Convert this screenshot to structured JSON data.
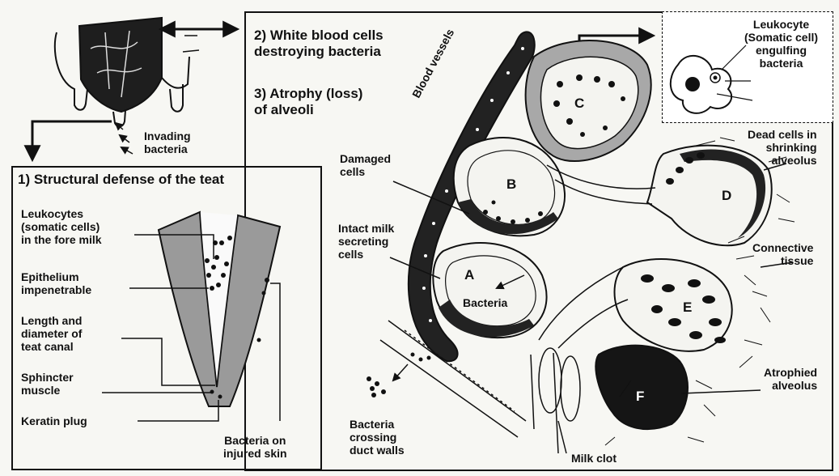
{
  "figure": {
    "heading_structural": "1) Structural defense of the teat",
    "heading_wbc": "2) White blood cells\ndestroying bacteria",
    "heading_atrophy": "3) Atrophy (loss)\nof alveoli",
    "labels": {
      "invading_bacteria": "Invading\nbacteria",
      "leukocytes_fore_milk": "Leukocytes\n(somatic cells)\nin the fore milk",
      "epithelium": "Epithelium\nimpenetrable",
      "length_diameter": "Length and\ndiameter of\nteat canal",
      "sphincter": "Sphincter\nmuscle",
      "keratin": "Keratin plug",
      "bacteria_skin": "Bacteria on\ninjured skin",
      "bacteria_crossing": "Bacteria\ncrossing\nduct walls",
      "milk_clot": "Milk clot",
      "blood_vessels": "Blood vessels",
      "damaged_cells": "Damaged\ncells",
      "intact_cells": "Intact milk\nsecreting\ncells",
      "bacteria": "Bacteria",
      "leukocyte_engulfing": "Leukocyte\n(Somatic cell)\nengulfing\nbacteria",
      "dead_cells": "Dead cells in\nshrinking\nalveolus",
      "connective_tissue": "Connective\ntissue",
      "atrophied_alveolus": "Atrophied\nalveolus"
    },
    "alveoli": [
      "A",
      "B",
      "C",
      "D",
      "E",
      "F"
    ]
  }
}
